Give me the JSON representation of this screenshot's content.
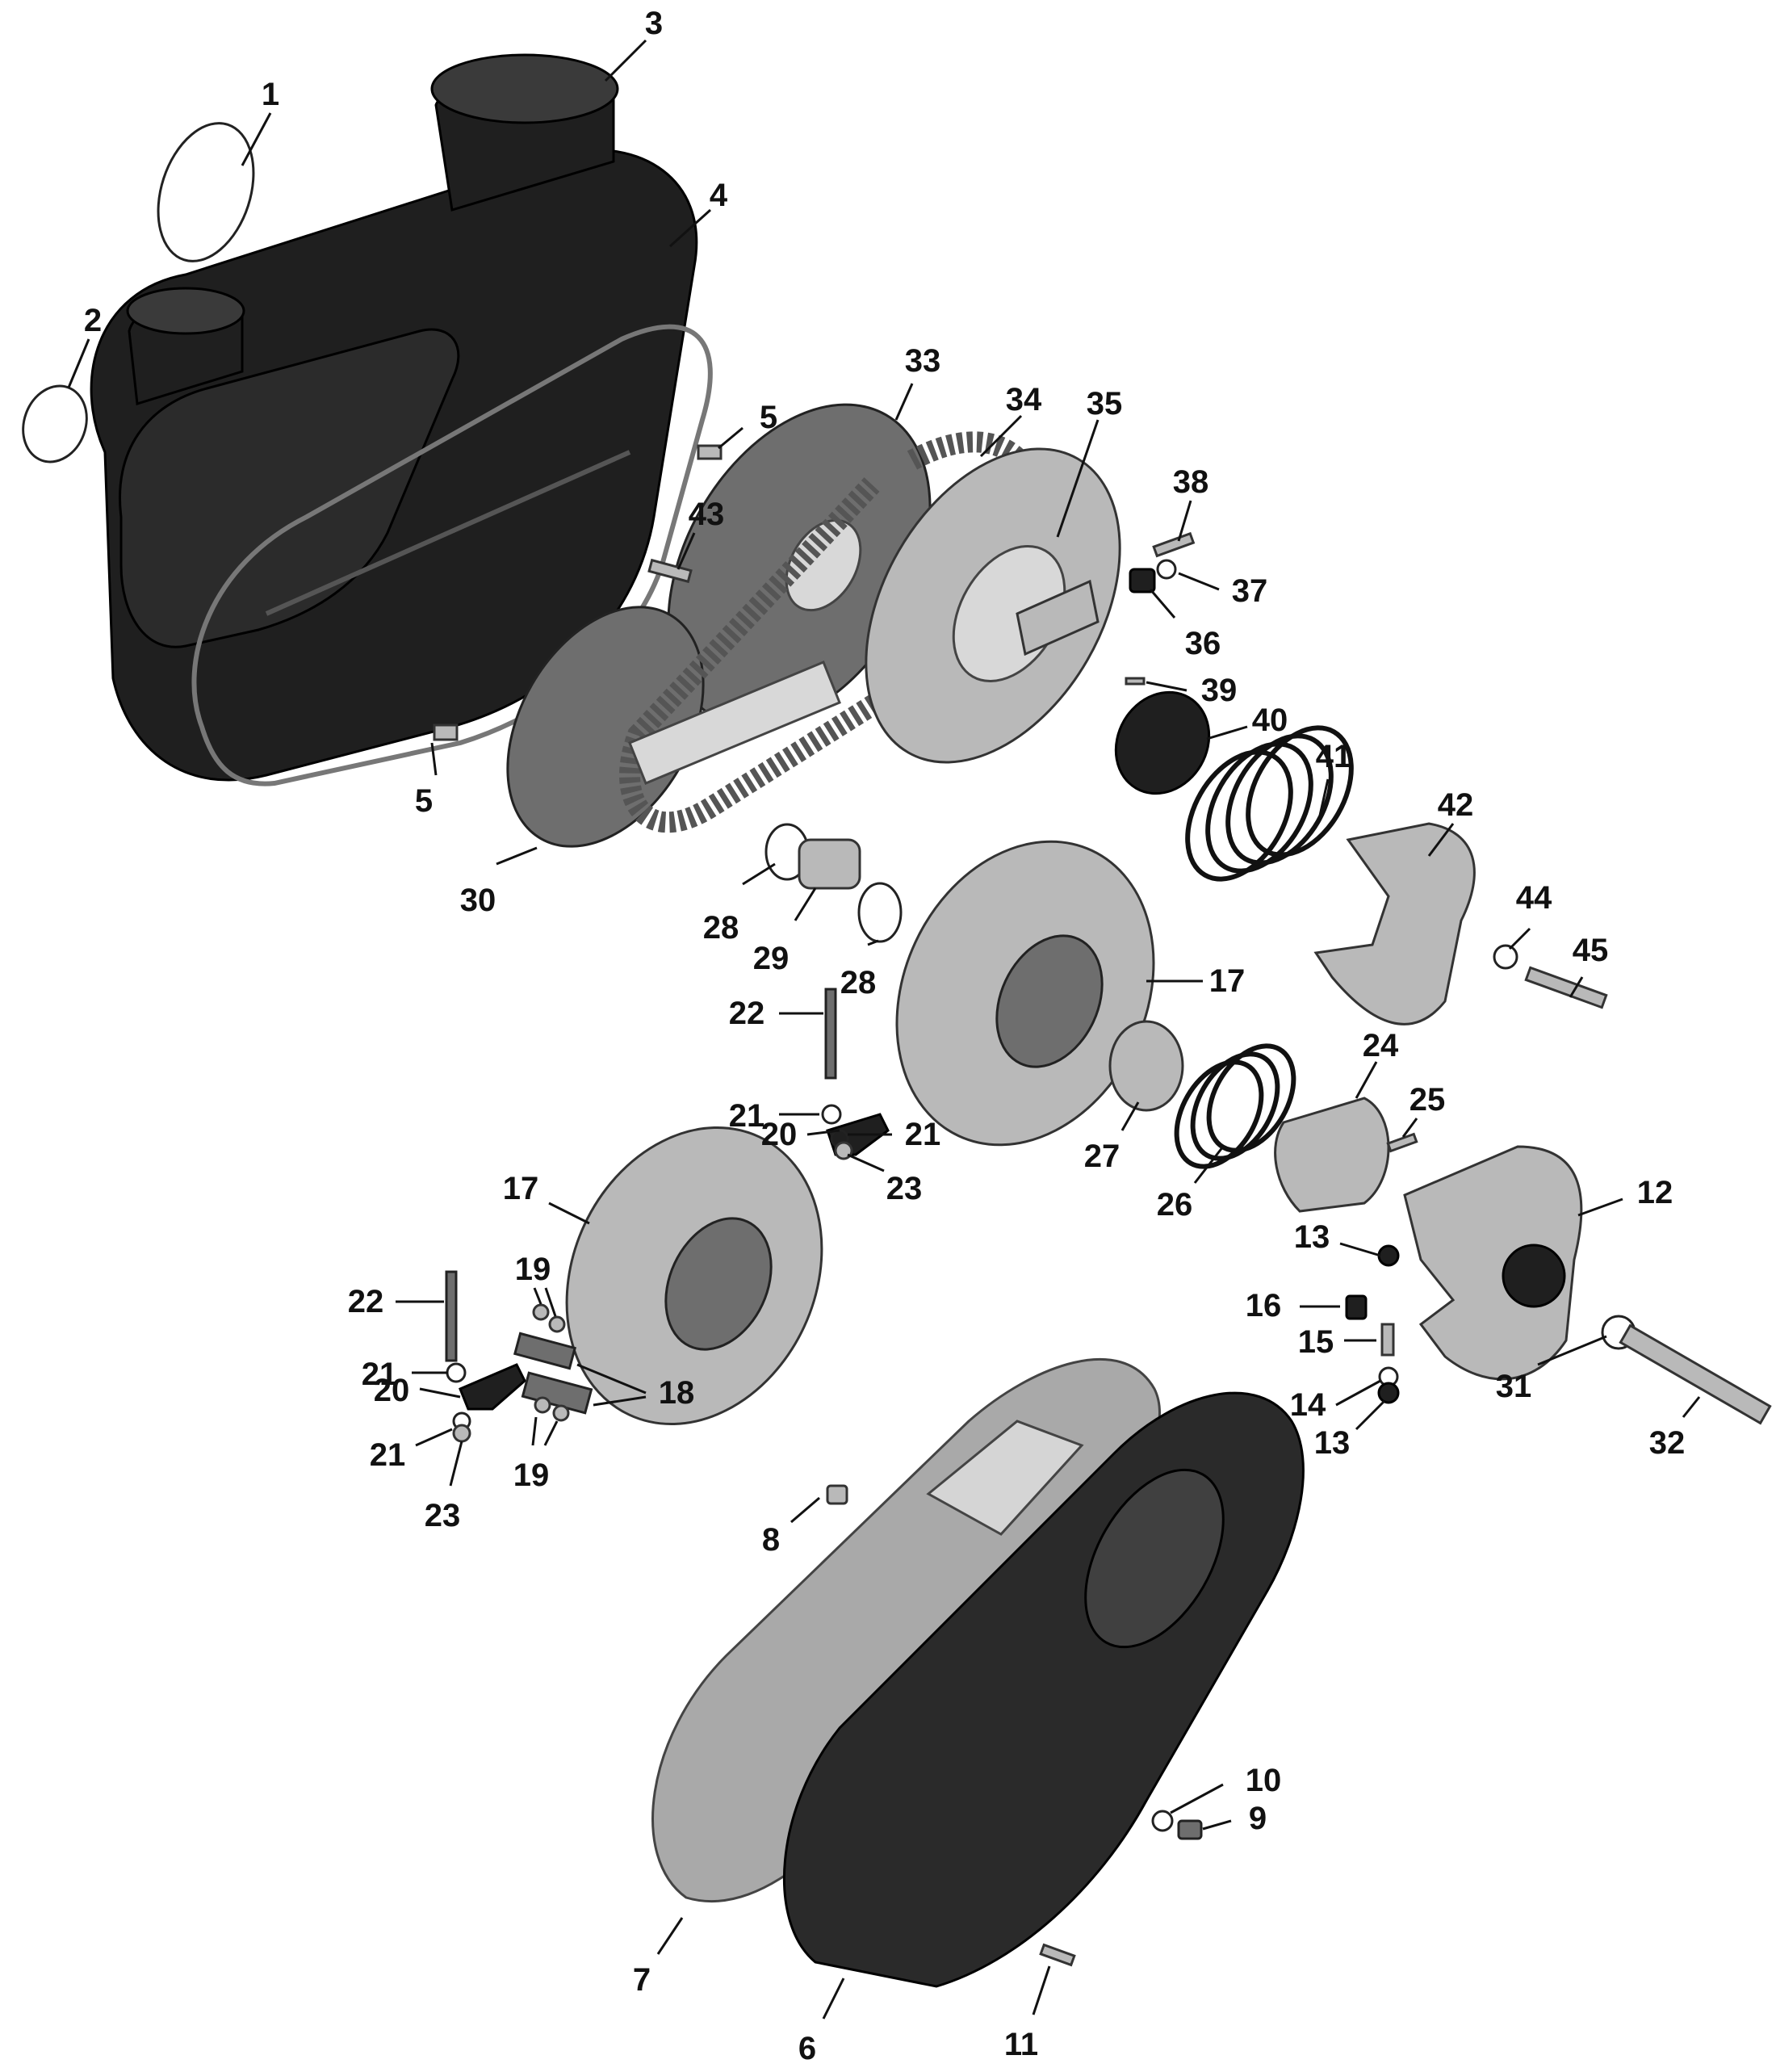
{
  "callouts": [
    "1",
    "2",
    "3",
    "4",
    "5",
    "5",
    "6",
    "7",
    "8",
    "9",
    "10",
    "11",
    "12",
    "13",
    "13",
    "14",
    "15",
    "16",
    "17",
    "17",
    "18",
    "19",
    "19",
    "20",
    "20",
    "21",
    "21",
    "21",
    "21",
    "22",
    "22",
    "23",
    "23",
    "24",
    "25",
    "26",
    "27",
    "28",
    "28",
    "29",
    "30",
    "31",
    "32",
    "33",
    "34",
    "35",
    "36",
    "37",
    "38",
    "39",
    "40",
    "41",
    "42",
    "43",
    "44",
    "45"
  ]
}
